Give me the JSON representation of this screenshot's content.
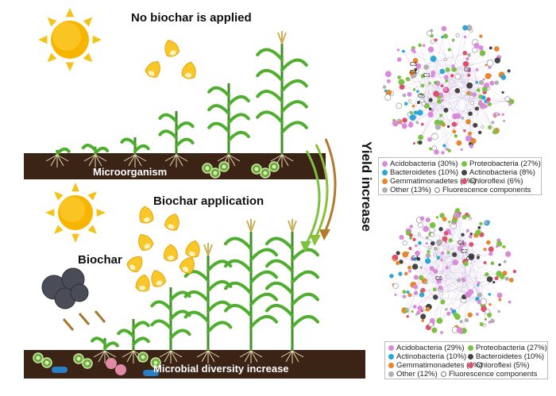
{
  "top_title": "No biochar is applied",
  "bottom_title": "Biochar application",
  "biochar_label": "Biochar",
  "soil_top_label": "Microorganism",
  "soil_bottom_label": "Microbial diversity increase",
  "yield_label": "Yield increase",
  "network_top": {
    "node_labels": [
      "C1",
      "C2",
      "C3",
      "C4",
      "C5"
    ],
    "legend": [
      {
        "label": "Acidobacteria (30%)",
        "color": "#d98ad9"
      },
      {
        "label": "Proteobacteria (27%)",
        "color": "#7cc242"
      },
      {
        "label": "Bacteroidetes (10%)",
        "color": "#2aa7d6"
      },
      {
        "label": "Actinobacteria (8%)",
        "color": "#444444"
      },
      {
        "label": "Gemmatimonadetes (6%)",
        "color": "#e8862b"
      },
      {
        "label": "Chloroflexi (6%)",
        "color": "#e0506e"
      },
      {
        "label": "Other  (13%)",
        "color": "#b0b0b0"
      },
      {
        "label": "Fluorescence components",
        "color": "#ffffff"
      }
    ]
  },
  "network_bottom": {
    "node_labels": [
      "C1",
      "C2",
      "C3",
      "C4",
      "C5"
    ],
    "legend": [
      {
        "label": "Acidobacteria (29%)",
        "color": "#d98ad9"
      },
      {
        "label": "Proteobacteria (27%)",
        "color": "#7cc242"
      },
      {
        "label": "Actinobacteria (10%)",
        "color": "#2aa7d6"
      },
      {
        "label": "Bacteroidetes (10%)",
        "color": "#444444"
      },
      {
        "label": "Gemmatimonadetes  (6%)",
        "color": "#e8862b"
      },
      {
        "label": "Chloroflexi  (5%)",
        "color": "#e0506e"
      },
      {
        "label": "Other  (12%)",
        "color": "#b0b0b0"
      },
      {
        "label": "Fluorescence components",
        "color": "#ffffff"
      }
    ]
  }
}
